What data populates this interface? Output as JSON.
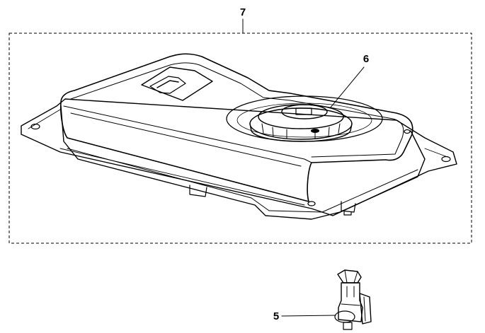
{
  "callouts": {
    "assembly": "7",
    "cap": "6",
    "valve": "5"
  }
}
